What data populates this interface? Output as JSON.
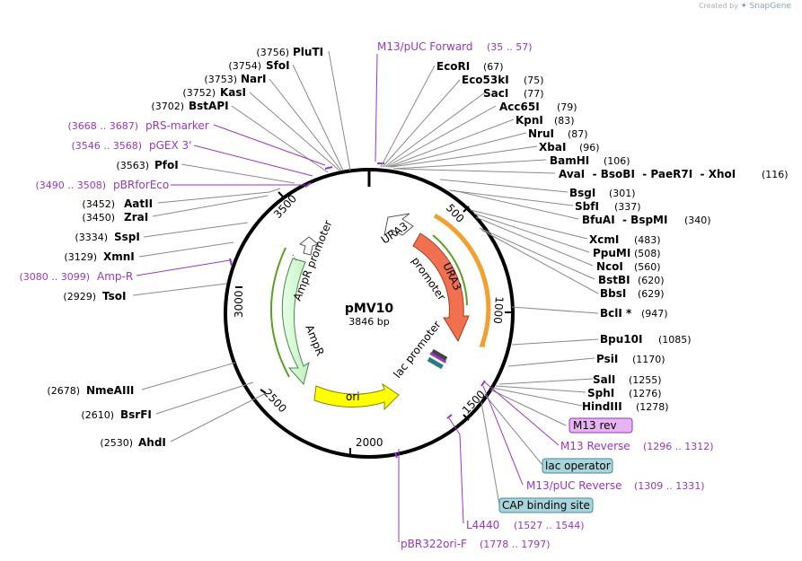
{
  "credit": {
    "prefix": "Created by",
    "brand": "SnapGene"
  },
  "plasmid": {
    "name": "pMV10",
    "size_label": "3846 bp"
  },
  "ticks": [
    {
      "label": "500"
    },
    {
      "label": "1000"
    },
    {
      "label": "1500"
    },
    {
      "label": "2000"
    },
    {
      "label": "2500"
    },
    {
      "label": "3000"
    },
    {
      "label": "3500"
    }
  ],
  "enzymes_left": [
    {
      "pos": "(3756)",
      "name": "PluTI"
    },
    {
      "pos": "(3754)",
      "name": "SfoI"
    },
    {
      "pos": "(3753)",
      "name": "NarI"
    },
    {
      "pos": "(3752)",
      "name": "KasI"
    },
    {
      "pos": "(3702)",
      "name": "BstAPI"
    },
    {
      "pos": "(3563)",
      "name": "PfoI"
    },
    {
      "pos": "(3452)",
      "name": "AatII"
    },
    {
      "pos": "(3450)",
      "name": "ZraI"
    },
    {
      "pos": "(3334)",
      "name": "SspI"
    },
    {
      "pos": "(3129)",
      "name": "XmnI"
    },
    {
      "pos": "(2929)",
      "name": "TsoI"
    },
    {
      "pos": "(2678)",
      "name": "NmeAIII"
    },
    {
      "pos": "(2610)",
      "name": "BsrFI"
    },
    {
      "pos": "(2530)",
      "name": "AhdI"
    }
  ],
  "enzymes_right": [
    {
      "name": "EcoRI",
      "pos": "(67)"
    },
    {
      "name": "Eco53kI",
      "pos": "(75)"
    },
    {
      "name": "SacI",
      "pos": "(77)"
    },
    {
      "name": "Acc65I",
      "pos": "(79)"
    },
    {
      "name": "KpnI",
      "pos": "(83)"
    },
    {
      "name": "NruI",
      "pos": "(87)"
    },
    {
      "name": "XbaI",
      "pos": "(96)"
    },
    {
      "name": "BamHI",
      "pos": "(106)"
    },
    {
      "name": "AvaI  - BsoBI  - PaeR7I  - XhoI",
      "pos": "(116)"
    },
    {
      "name": "BsgI",
      "pos": "(301)"
    },
    {
      "name": "SbfI",
      "pos": "(337)"
    },
    {
      "name": "BfuAI  - BspMI",
      "pos": "(340)"
    },
    {
      "name": "XcmI",
      "pos": "(483)"
    },
    {
      "name": "PpuMI",
      "pos": "(508)"
    },
    {
      "name": "NcoI",
      "pos": "(560)"
    },
    {
      "name": "BstBI",
      "pos": "(620)"
    },
    {
      "name": "BbsI",
      "pos": "(629)"
    },
    {
      "name": "BclI *",
      "pos": "(947)"
    },
    {
      "name": "Bpu10I",
      "pos": "(1085)"
    },
    {
      "name": "PsiI",
      "pos": "(1170)"
    },
    {
      "name": "SalI",
      "pos": "(1255)"
    },
    {
      "name": "SphI",
      "pos": "(1276)"
    },
    {
      "name": "HindIII",
      "pos": "(1278)"
    }
  ],
  "primers_left": [
    {
      "range": "(3668 .. 3687)",
      "name": "pRS-marker"
    },
    {
      "range": "(3546 .. 3568)",
      "name": "pGEX 3'"
    },
    {
      "range": "(3490 .. 3508)",
      "name": "pBRforEco"
    },
    {
      "range": "(3080 .. 3099)",
      "name": "Amp-R"
    }
  ],
  "primers_other": [
    {
      "name": "M13/pUC Forward",
      "range": "(35 .. 57)"
    },
    {
      "name": "M13 Reverse",
      "range": "(1296 .. 1312)"
    },
    {
      "name": "M13/pUC Reverse",
      "range": "(1309 .. 1331)"
    },
    {
      "name": "L4440",
      "range": "(1527 .. 1544)"
    },
    {
      "name": "pBR322ori-F",
      "range": "(1778 .. 1797)"
    }
  ],
  "boxed_features": [
    {
      "name": "M13 rev"
    },
    {
      "name": "lac operator"
    },
    {
      "name": "CAP binding site"
    }
  ],
  "inner_features": [
    {
      "name": "URA3 promoter"
    },
    {
      "name": "URA3"
    },
    {
      "name": "lac promoter"
    },
    {
      "name": "ori"
    },
    {
      "name": "AmpR"
    },
    {
      "name": "AmpR promoter"
    }
  ],
  "colors": {
    "primer": "#9b35c6",
    "ura3": "#f07050",
    "ori": "#ffff00",
    "ampr": "#ccffcc",
    "boxed_purple": "#e6b4f0",
    "boxed_blue": "#a8d4dc"
  }
}
